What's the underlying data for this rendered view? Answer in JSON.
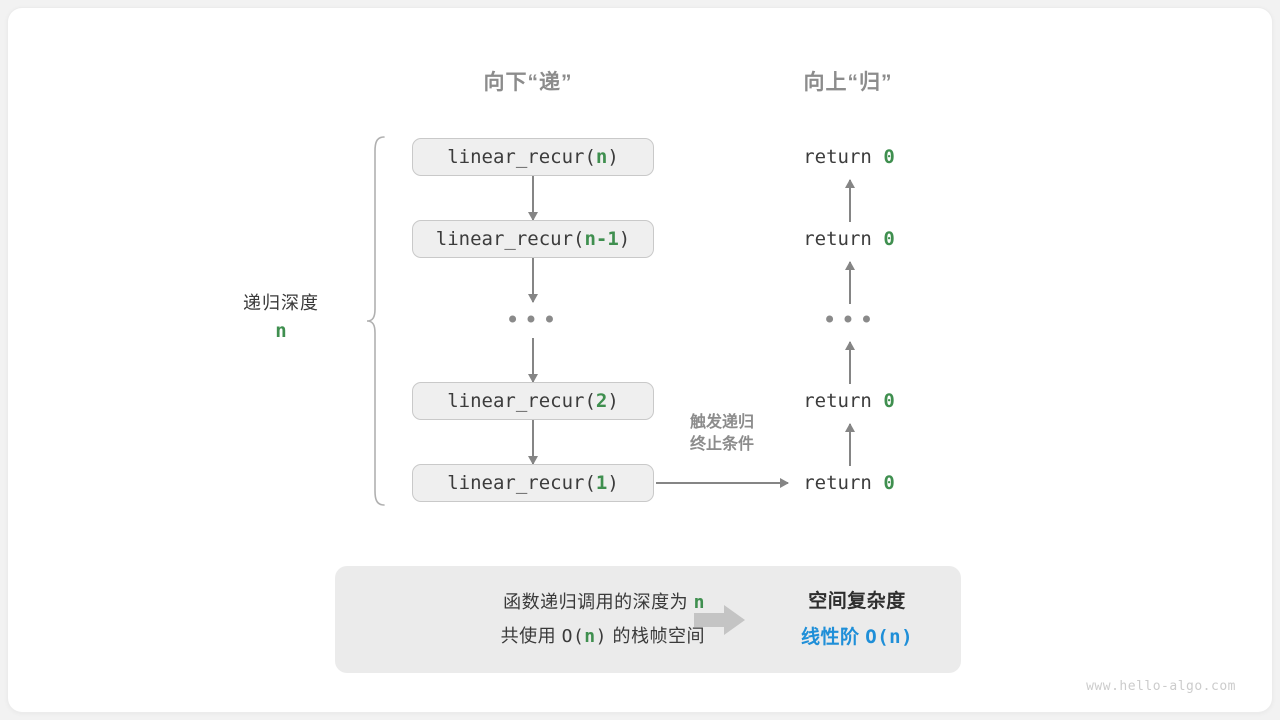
{
  "diagram": {
    "headers": {
      "down": "向下“递”",
      "up": "向上“归”"
    },
    "depth_label": {
      "title": "递归深度",
      "value": "n"
    },
    "call_stack": [
      {
        "prefix": "linear_recur(",
        "arg": "n",
        "suffix": ")"
      },
      {
        "prefix": "linear_recur(",
        "arg": "n-1",
        "suffix": ")"
      },
      {
        "ellipsis": "•••"
      },
      {
        "prefix": "linear_recur(",
        "arg": "2",
        "suffix": ")"
      },
      {
        "prefix": "linear_recur(",
        "arg": "1",
        "suffix": ")"
      }
    ],
    "returns": [
      {
        "keyword": "return",
        "value": "0"
      },
      {
        "keyword": "return",
        "value": "0"
      },
      {
        "ellipsis": "•••"
      },
      {
        "keyword": "return",
        "value": "0"
      },
      {
        "keyword": "return",
        "value": "0"
      }
    ],
    "trigger_note": {
      "line1": "触发递归",
      "line2": "终止条件"
    },
    "summary": {
      "left": {
        "line1_pre": "函数递归调用的深度为 ",
        "line1_var": "n",
        "line2_pre": "共使用 ",
        "line2_big_o": "O(",
        "line2_var": "n",
        "line2_close": ")",
        "line2_post": " 的栈帧空间"
      },
      "arrow_icon": "right-block-arrow",
      "right": {
        "line1": "空间复杂度",
        "line2_label": "线性阶",
        "line2_value": "O(n)"
      }
    },
    "watermark": "www.hello-algo.com",
    "colors": {
      "green": "#3f8f4f",
      "blue": "#1f8fd8",
      "gray_text": "#8c8c8c",
      "dark_text": "#3a3a3a",
      "box_fill": "#efefef",
      "box_border": "#c9c9c9",
      "panel_fill": "#ebebeb",
      "arrow": "#858585",
      "block_arrow": "#c4c4c4"
    }
  }
}
